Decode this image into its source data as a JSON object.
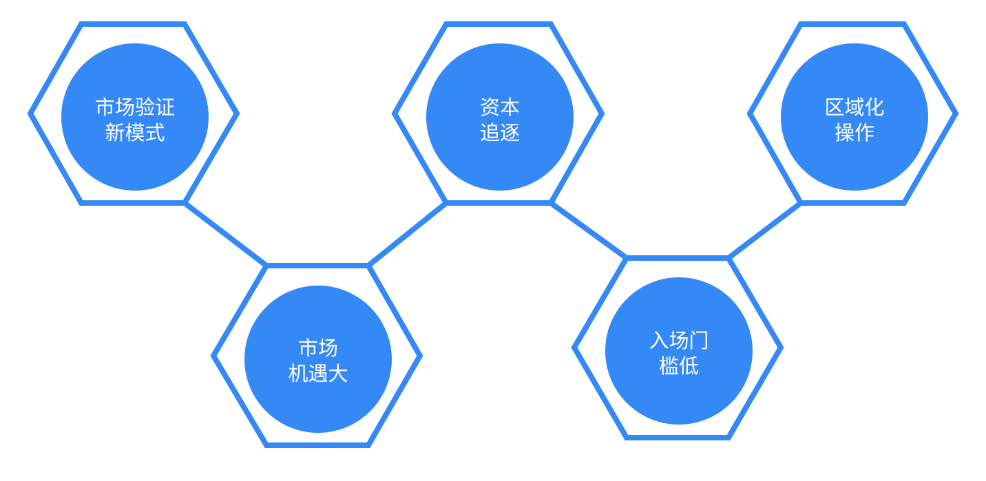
{
  "nodes": [
    {
      "id": "market-validation",
      "lines": [
        "市场验证",
        "新模式"
      ]
    },
    {
      "id": "market-opportunity",
      "lines": [
        "市场",
        "机遇大"
      ]
    },
    {
      "id": "capital-chase",
      "lines": [
        "资本",
        "追逐"
      ]
    },
    {
      "id": "low-entry",
      "lines": [
        "入场门",
        "槛低"
      ]
    },
    {
      "id": "regional-operation",
      "lines": [
        "区域化",
        "操作"
      ]
    }
  ],
  "colors": {
    "accent": "#3589f7",
    "text": "#ffffff"
  }
}
